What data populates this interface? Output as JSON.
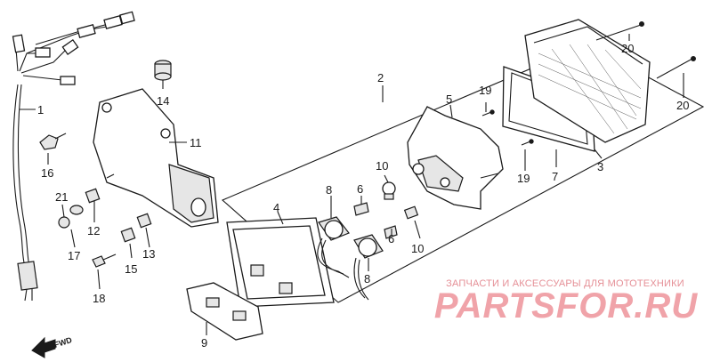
{
  "callouts": [
    "1",
    "2",
    "3",
    "4",
    "5",
    "6",
    "6",
    "7",
    "8",
    "8",
    "9",
    "10",
    "10",
    "11",
    "12",
    "13",
    "14",
    "15",
    "16",
    "17",
    "18",
    "19",
    "19",
    "20",
    "20",
    "21"
  ],
  "fwd_label": "FWD",
  "watermark": {
    "subtitle": "ЗАПЧАСТИ И АКСЕССУАРЫ ДЛЯ МОТОТЕХНИКИ",
    "logo": "PARTSFOR.RU"
  }
}
